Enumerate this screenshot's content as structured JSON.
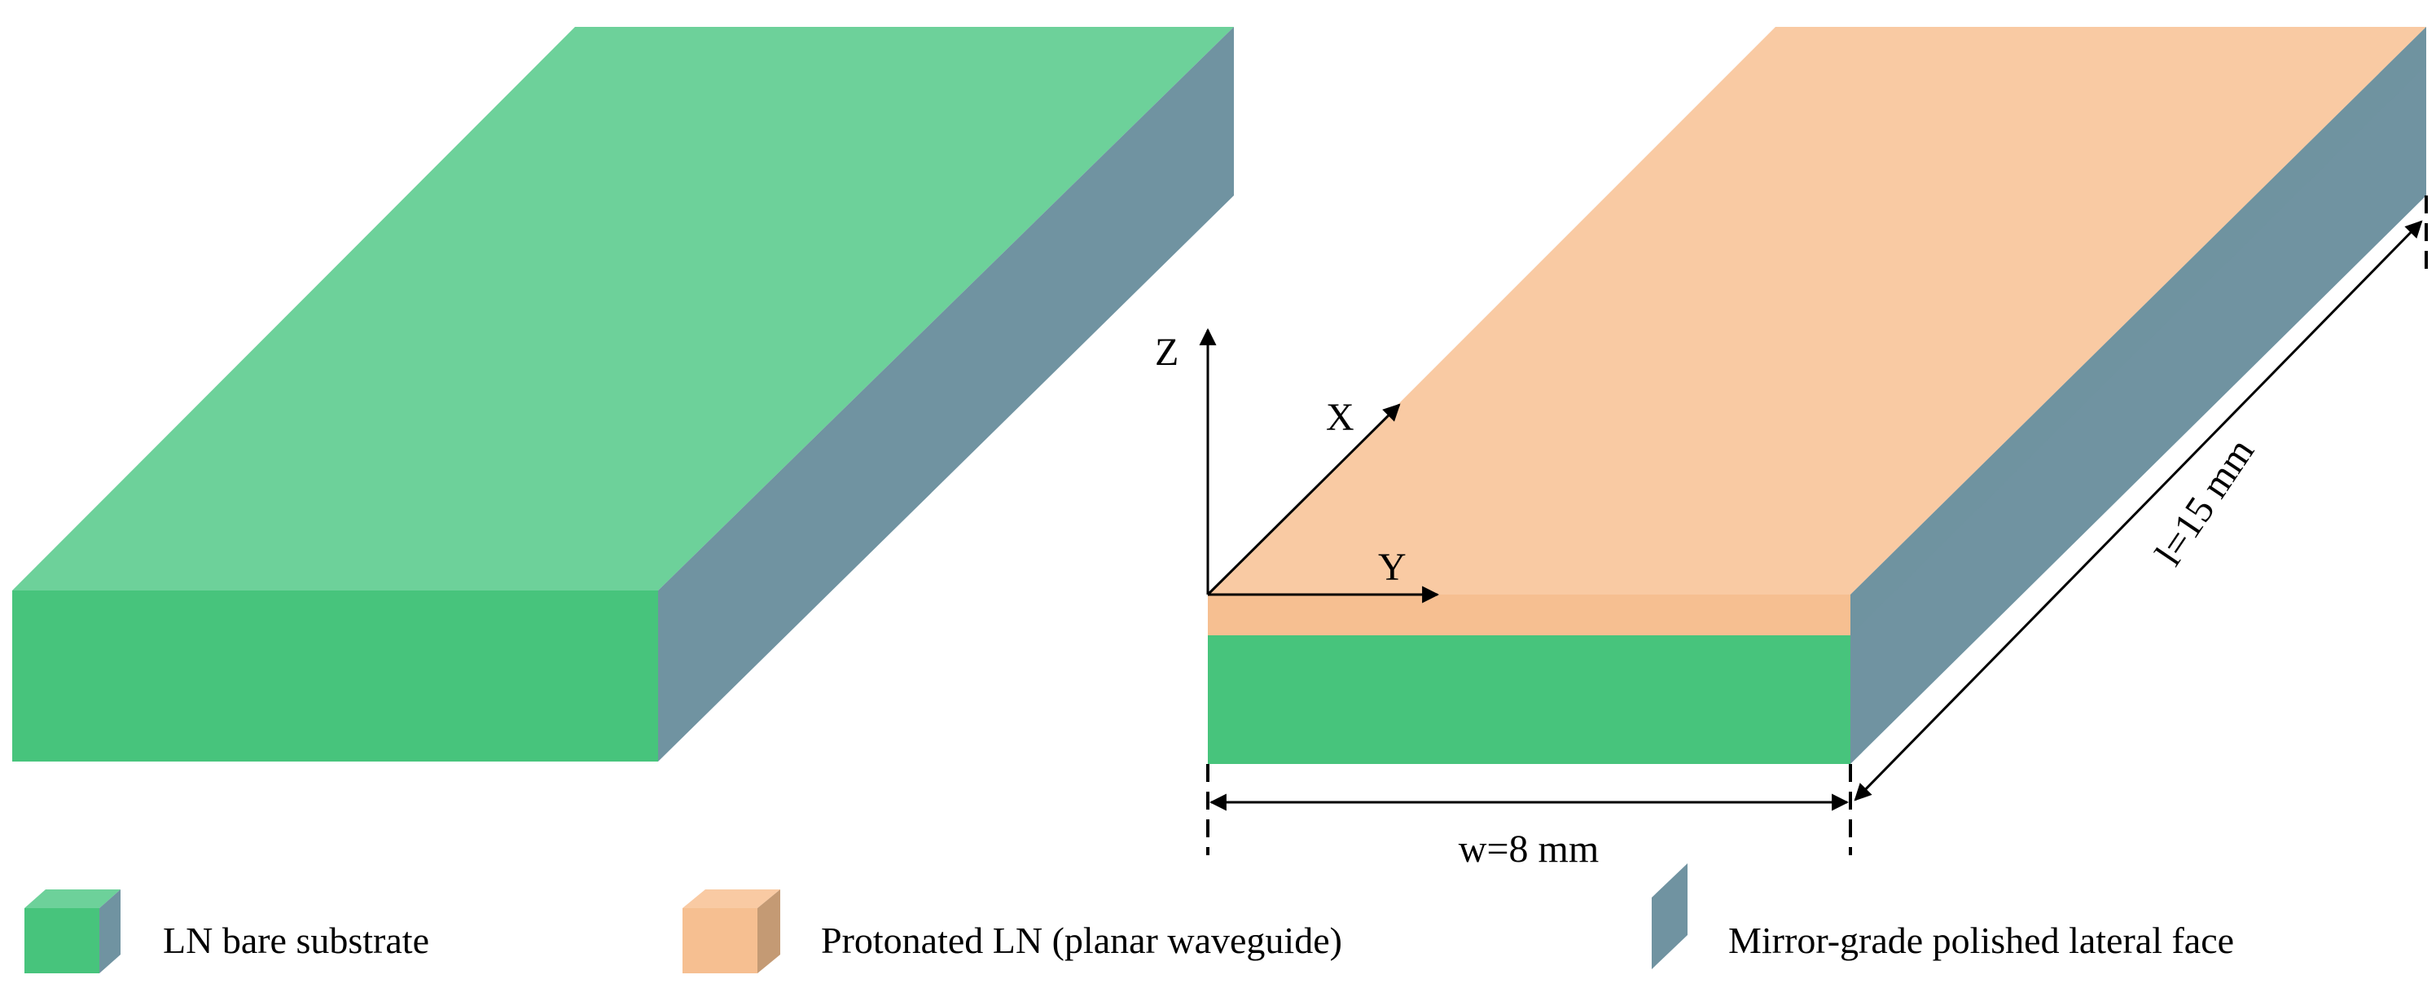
{
  "colors": {
    "bare_substrate": "#6dd19a",
    "bare_substrate_front": "#47c47c",
    "lateral_face": "#7093a1",
    "protonated_top": "#f9caa3",
    "protonated_front": "#f6bf91",
    "line": "#000000",
    "background": "#ffffff"
  },
  "axes": {
    "z": "Z",
    "x": "X",
    "y": "Y"
  },
  "dimensions": {
    "width": "w=8 mm",
    "length": "l=15 mm"
  },
  "legend": [
    {
      "icon": "green-block-icon",
      "label": "LN bare substrate"
    },
    {
      "icon": "peach-block-icon",
      "label": "Protonated LN (planar waveguide)"
    },
    {
      "icon": "blue-gray-face-icon",
      "label": "Mirror-grade polished lateral face"
    }
  ]
}
